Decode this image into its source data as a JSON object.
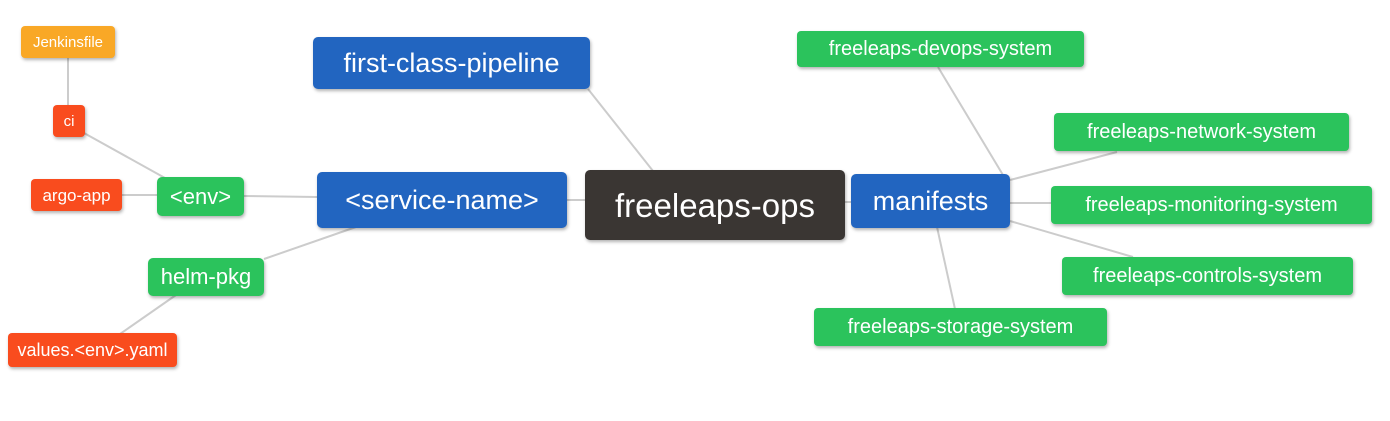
{
  "diagram": {
    "colors": {
      "background": "#FFFFFF",
      "root_node": "#3A3633",
      "branch_blue": "#2265C0",
      "leaf_green": "#2BC35C",
      "leaf_red": "#F94C1E",
      "leaf_orange": "#F9A826",
      "connector_line": "#CCCCCC",
      "node_text": "#FFFFFF"
    },
    "nodes": {
      "root": {
        "label": "freeleaps-ops"
      },
      "first_class_pipeline": {
        "label": "first-class-pipeline"
      },
      "service_name": {
        "label": "<service-name>"
      },
      "manifests": {
        "label": "manifests"
      },
      "env": {
        "label": "<env>"
      },
      "helm_pkg": {
        "label": "helm-pkg"
      },
      "ci": {
        "label": "ci"
      },
      "jenkinsfile": {
        "label": "Jenkinsfile"
      },
      "argo_app": {
        "label": "argo-app"
      },
      "values_env_yaml": {
        "label": "values.<env>.yaml"
      },
      "devops_system": {
        "label": "freeleaps-devops-system"
      },
      "network_system": {
        "label": "freeleaps-network-system"
      },
      "monitoring_system": {
        "label": "freeleaps-monitoring-system"
      },
      "controls_system": {
        "label": "freeleaps-controls-system"
      },
      "storage_system": {
        "label": "freeleaps-storage-system"
      }
    },
    "edges": [
      [
        "jenkinsfile",
        "ci"
      ],
      [
        "ci",
        "env"
      ],
      [
        "argo_app",
        "env"
      ],
      [
        "env",
        "service_name"
      ],
      [
        "service_name",
        "root"
      ],
      [
        "first_class_pipeline",
        "root"
      ],
      [
        "service_name",
        "helm_pkg"
      ],
      [
        "helm_pkg",
        "values_env_yaml"
      ],
      [
        "root",
        "manifests"
      ],
      [
        "manifests",
        "devops_system"
      ],
      [
        "manifests",
        "network_system"
      ],
      [
        "manifests",
        "monitoring_system"
      ],
      [
        "manifests",
        "controls_system"
      ],
      [
        "manifests",
        "storage_system"
      ]
    ]
  }
}
